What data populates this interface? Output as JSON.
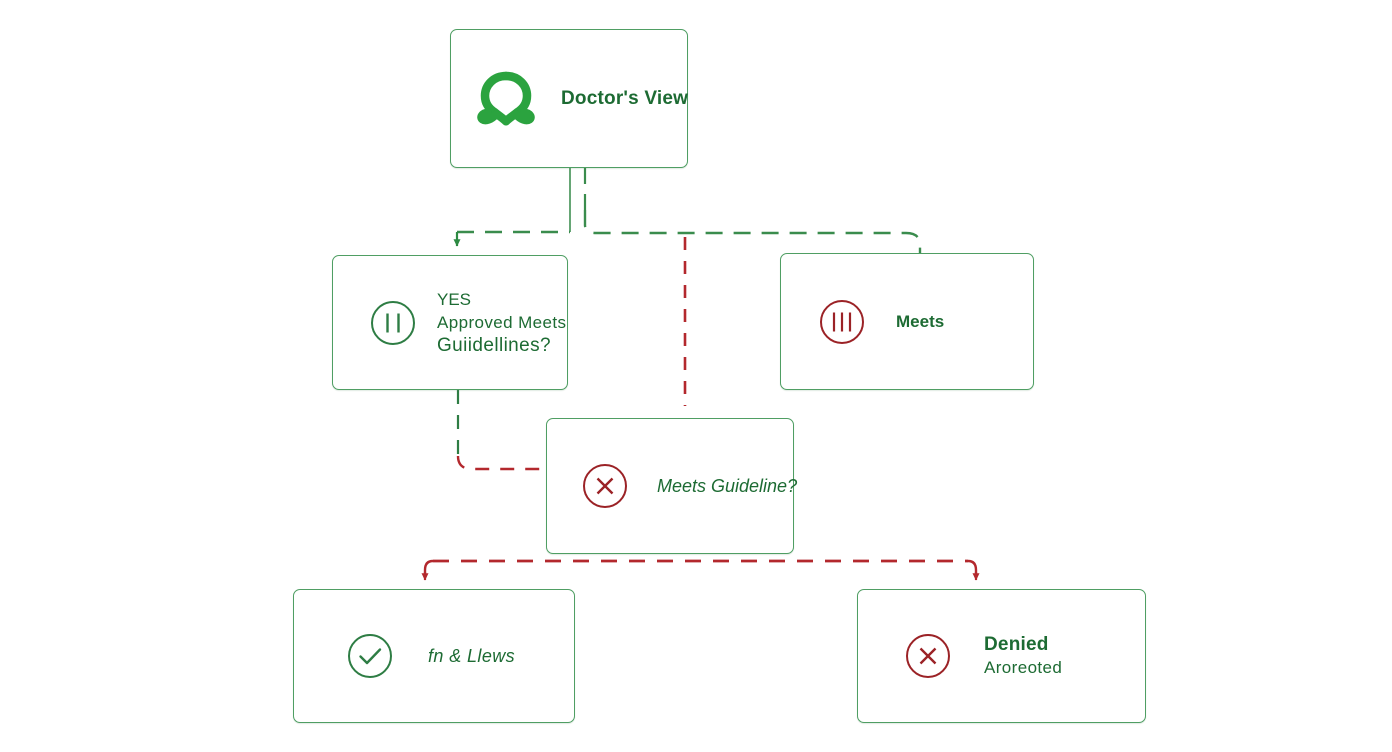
{
  "diagram": {
    "title": "Doctor's View approval flowchart",
    "background_color": "#ffffff",
    "colors": {
      "green_border": "#4f9e63",
      "green_text": "#1d6b33",
      "green_icon": "#2f8a43",
      "green_logo": "#2ba33f",
      "red_icon": "#9b2226",
      "red_edge": "#b3282d"
    },
    "nodes": [
      {
        "id": "doctors-view",
        "icon": "omega-ribbon-logo",
        "lines": [
          "Doctor's View"
        ]
      },
      {
        "id": "yes-approved",
        "icon": "pause-circle-icon",
        "lines": [
          "YES",
          "Approved Meets",
          "Guiidellines?"
        ]
      },
      {
        "id": "meets",
        "icon": "bars-circle-icon",
        "lines": [
          "Meets"
        ]
      },
      {
        "id": "meets-guideline",
        "icon": "x-circle-icon",
        "lines": [
          "Meets Guideline?"
        ]
      },
      {
        "id": "approved-output",
        "icon": "check-circle-icon",
        "lines": [
          "fn & Llews"
        ]
      },
      {
        "id": "denied",
        "icon": "x-circle-icon",
        "lines": [
          "Denied",
          "Aroreoted"
        ]
      }
    ],
    "edges": [
      {
        "id": "doctors-view-to-split",
        "style": "solid",
        "color": "green"
      },
      {
        "id": "split-to-yes-approved",
        "style": "dashed",
        "color": "green",
        "arrow": "down"
      },
      {
        "id": "split-to-meets",
        "style": "dashed",
        "color": "green",
        "arrow": "none"
      },
      {
        "id": "split-to-meets-guideline",
        "style": "dashed",
        "color": "red",
        "arrow": "none"
      },
      {
        "id": "yes-approved-to-meets-guideline",
        "style": "dashed",
        "color": "green-red",
        "arrow": "none"
      },
      {
        "id": "meets-guideline-to-approved-output",
        "style": "dashed",
        "color": "red",
        "arrow": "down"
      },
      {
        "id": "meets-guideline-to-denied",
        "style": "dashed",
        "color": "red",
        "arrow": "down"
      }
    ]
  }
}
